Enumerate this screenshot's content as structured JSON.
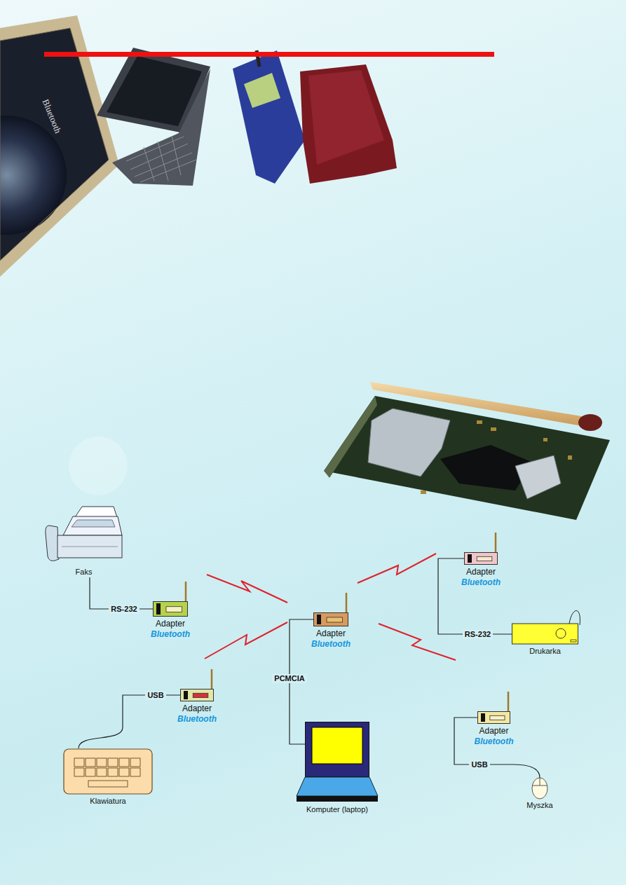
{
  "diagram": {
    "nodes": [
      {
        "text": [
          "Faks"
        ]
      },
      {
        "text": [
          "Adapter",
          "Bluetooth"
        ]
      },
      {
        "text": [
          "Adapter",
          "Bluetooth"
        ]
      },
      {
        "text": [
          "Adapter",
          "Bluetooth"
        ]
      },
      {
        "text": [
          "Drukarka"
        ]
      },
      {
        "text": [
          "Adapter",
          "Bluetooth"
        ]
      },
      {
        "text": [
          "Adapter",
          "Bluetooth"
        ]
      },
      {
        "text": [
          "Klawiatura"
        ]
      },
      {
        "text": [
          "Komputer (laptop)"
        ]
      },
      {
        "text": [
          "Myszka"
        ]
      }
    ],
    "edges": [
      {
        "from": 0,
        "to": 2,
        "arrow": "none",
        "label": "RS-232"
      },
      {
        "from": 1,
        "to": 4,
        "arrow": "none",
        "label": "RS-232"
      },
      {
        "from": 3,
        "to": 8,
        "arrow": "none",
        "label": "PCMCIA"
      },
      {
        "from": 7,
        "to": 5,
        "arrow": "none",
        "label": "USB"
      },
      {
        "from": 6,
        "to": 9,
        "arrow": "none",
        "label": "USB"
      }
    ],
    "labels": [
      "Bluetooth"
    ]
  }
}
